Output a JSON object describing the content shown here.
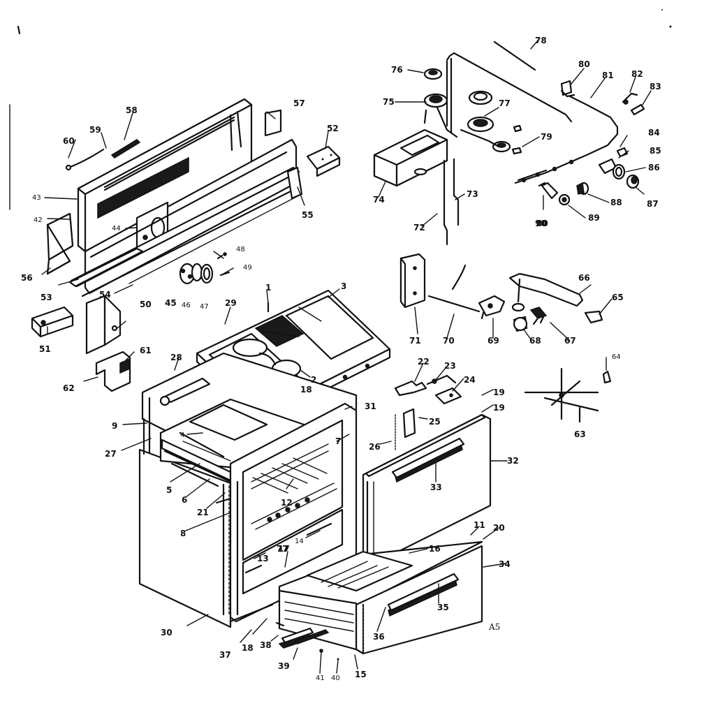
{
  "diagram": {
    "corner_tag": "A5",
    "callouts": [
      {
        "id": "c1",
        "text": "1"
      },
      {
        "id": "c2",
        "text": "-2"
      },
      {
        "id": "c3",
        "text": "3"
      },
      {
        "id": "c4",
        "text": "4"
      },
      {
        "id": "c5",
        "text": "5"
      },
      {
        "id": "c6",
        "text": "6"
      },
      {
        "id": "c7",
        "text": "7"
      },
      {
        "id": "c8",
        "text": "8"
      },
      {
        "id": "c9",
        "text": "9"
      },
      {
        "id": "c11",
        "text": "11"
      },
      {
        "id": "c12",
        "text": "12"
      },
      {
        "id": "c13",
        "text": "13"
      },
      {
        "id": "c14",
        "text": "14"
      },
      {
        "id": "c15",
        "text": "15"
      },
      {
        "id": "c16",
        "text": "16"
      },
      {
        "id": "c17",
        "text": "17"
      },
      {
        "id": "c18",
        "text": "18"
      },
      {
        "id": "c18b",
        "text": "18"
      },
      {
        "id": "c19a",
        "text": "19"
      },
      {
        "id": "c19b",
        "text": "19"
      },
      {
        "id": "c20",
        "text": "20"
      },
      {
        "id": "c21",
        "text": "21"
      },
      {
        "id": "c22",
        "text": "22"
      },
      {
        "id": "c23",
        "text": "23"
      },
      {
        "id": "c24",
        "text": "24"
      },
      {
        "id": "c25",
        "text": "25"
      },
      {
        "id": "c26",
        "text": "26"
      },
      {
        "id": "c27",
        "text": "27"
      },
      {
        "id": "c28",
        "text": "28"
      },
      {
        "id": "c29",
        "text": "29"
      },
      {
        "id": "c30",
        "text": "30"
      },
      {
        "id": "c31",
        "text": "31"
      },
      {
        "id": "c32",
        "text": "32"
      },
      {
        "id": "c33",
        "text": "33"
      },
      {
        "id": "c34",
        "text": "34"
      },
      {
        "id": "c35",
        "text": "35"
      },
      {
        "id": "c36",
        "text": "36"
      },
      {
        "id": "c37",
        "text": "37"
      },
      {
        "id": "c38",
        "text": "38"
      },
      {
        "id": "c39",
        "text": "39"
      },
      {
        "id": "c40",
        "text": "40"
      },
      {
        "id": "c41",
        "text": "41"
      },
      {
        "id": "c42",
        "text": "42"
      },
      {
        "id": "c43",
        "text": "43"
      },
      {
        "id": "c44",
        "text": "44"
      },
      {
        "id": "c45",
        "text": "45"
      },
      {
        "id": "c46",
        "text": "46"
      },
      {
        "id": "c47",
        "text": "47"
      },
      {
        "id": "c48",
        "text": "48"
      },
      {
        "id": "c49",
        "text": "49"
      },
      {
        "id": "c50",
        "text": "50"
      },
      {
        "id": "c51",
        "text": "51"
      },
      {
        "id": "c52",
        "text": "52"
      },
      {
        "id": "c53",
        "text": "53"
      },
      {
        "id": "c54",
        "text": "54"
      },
      {
        "id": "c55",
        "text": "55"
      },
      {
        "id": "c56",
        "text": "56"
      },
      {
        "id": "c57",
        "text": "57"
      },
      {
        "id": "c58",
        "text": "58"
      },
      {
        "id": "c59",
        "text": "59"
      },
      {
        "id": "c60",
        "text": "60"
      },
      {
        "id": "c61",
        "text": "61"
      },
      {
        "id": "c62",
        "text": "62"
      },
      {
        "id": "c63",
        "text": "63"
      },
      {
        "id": "c64",
        "text": "64"
      },
      {
        "id": "c65",
        "text": "65"
      },
      {
        "id": "c66",
        "text": "66"
      },
      {
        "id": "c67",
        "text": "67"
      },
      {
        "id": "c68",
        "text": "68"
      },
      {
        "id": "c69",
        "text": "69"
      },
      {
        "id": "c70",
        "text": "70"
      },
      {
        "id": "c71",
        "text": "71"
      },
      {
        "id": "c72",
        "text": "72"
      },
      {
        "id": "c73",
        "text": "73"
      },
      {
        "id": "c74",
        "text": "74"
      },
      {
        "id": "c75",
        "text": "75"
      },
      {
        "id": "c76",
        "text": "76"
      },
      {
        "id": "c77",
        "text": "77"
      },
      {
        "id": "c77b",
        "text": "77"
      },
      {
        "id": "c78",
        "text": "78"
      },
      {
        "id": "c79",
        "text": "79"
      },
      {
        "id": "c80",
        "text": "80"
      },
      {
        "id": "c80b",
        "text": "80"
      },
      {
        "id": "c81",
        "text": "81"
      },
      {
        "id": "c82",
        "text": "82"
      },
      {
        "id": "c83",
        "text": "83"
      },
      {
        "id": "c84",
        "text": "84"
      },
      {
        "id": "c85",
        "text": "85"
      },
      {
        "id": "c86",
        "text": "86"
      },
      {
        "id": "c87",
        "text": "87"
      },
      {
        "id": "c88",
        "text": "88"
      },
      {
        "id": "c89",
        "text": "89"
      },
      {
        "id": "c90",
        "text": "90"
      }
    ]
  }
}
